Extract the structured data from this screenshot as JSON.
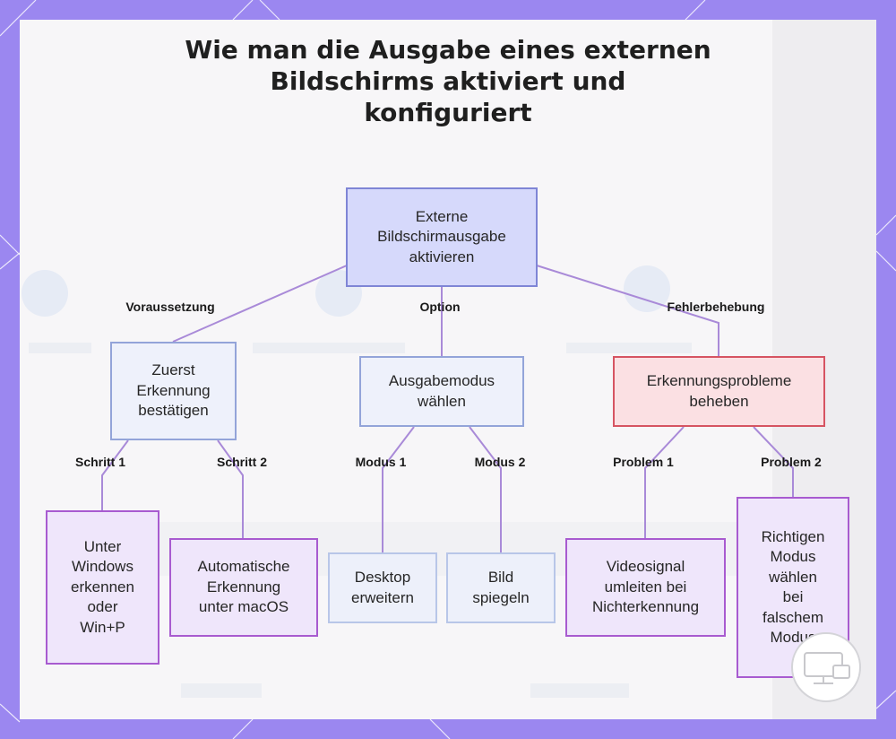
{
  "title": [
    "Wie man die Ausgabe eines externen",
    "Bildschirms aktiviert und",
    "konfiguriert"
  ],
  "nodes": {
    "root": "Externe\nBildschirmausgabe\naktivieren",
    "detection": "Zuerst\nErkennung\nbestätigen",
    "output_mode": "Ausgabemodus\nwählen",
    "troubleshoot": "Erkennungsprobleme\nbeheben",
    "windows": "Unter\nWindows\nerkennen\noder\nWin+P",
    "macos": "Automatische\nErkennung\nunter macOS",
    "extend": "Desktop\nerweitern",
    "mirror": "Bild\nspiegeln",
    "redirect": "Videosignal\numleiten bei\nNichterkennung",
    "wrong_mode": "Richtigen\nModus\nwählen\nbei\nfalschem\nModus"
  },
  "edge_labels": {
    "prerequisite": "Voraussetzung",
    "option": "Option",
    "troubleshooting": "Fehlerbehebung",
    "step1": "Schritt 1",
    "step2": "Schritt 2",
    "mode1": "Modus 1",
    "mode2": "Modus 2",
    "problem1": "Problem 1",
    "problem2": "Problem 2"
  },
  "colors": {
    "background": "#9b87f0",
    "connector": "#a98ad8",
    "root_fill": "#d6d9fb",
    "alert_border": "#d65462",
    "leaf_border": "#a85bd0"
  }
}
